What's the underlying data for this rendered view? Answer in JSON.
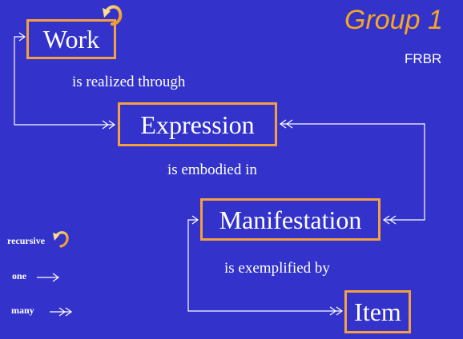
{
  "title": "Group 1",
  "subtitle": "FRBR",
  "entities": {
    "work": "Work",
    "expression": "Expression",
    "manifestation": "Manifestation",
    "item": "Item"
  },
  "relationships": {
    "work_expression": "is realized through",
    "expression_manifestation": "is embodied in",
    "manifestation_item": "is exemplified by"
  },
  "legend": {
    "recursive": "recursive",
    "one": "one",
    "many": "many"
  },
  "colors": {
    "background": "#3333cc",
    "box_border": "#f5a040",
    "title": "#f5a623",
    "text": "#ffffff"
  }
}
